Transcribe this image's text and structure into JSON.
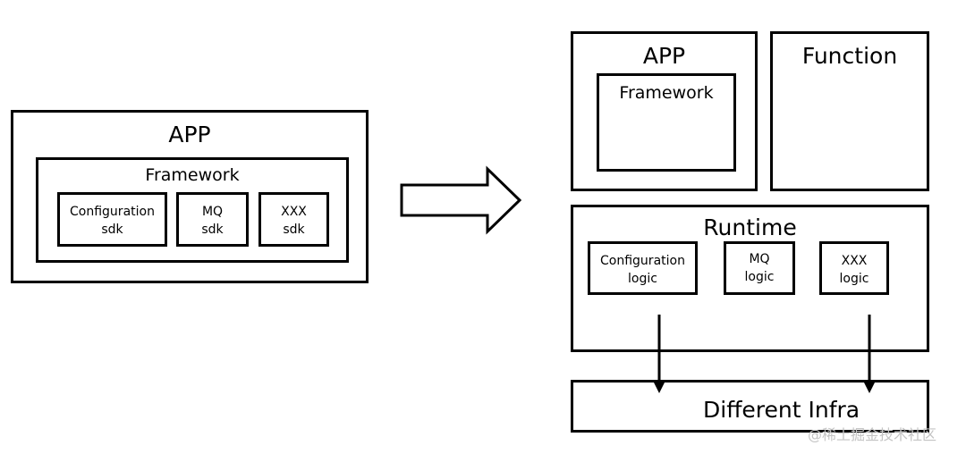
{
  "left": {
    "app_title": "APP",
    "framework_title": "Framework",
    "modules": [
      {
        "line1": "Configuration",
        "line2": "sdk"
      },
      {
        "line1": "MQ",
        "line2": "sdk"
      },
      {
        "line1": "XXX",
        "line2": "sdk"
      }
    ]
  },
  "right": {
    "app_title": "APP",
    "framework_title": "Framework",
    "function_title": "Function",
    "runtime_title": "Runtime",
    "logic_modules": [
      {
        "line1": "Configuration",
        "line2": "logic"
      },
      {
        "line1": "MQ",
        "line2": "logic"
      },
      {
        "line1": "XXX",
        "line2": "logic"
      }
    ],
    "infra_title": "Different Infra"
  },
  "watermark": "@稀土掘金技术社区"
}
